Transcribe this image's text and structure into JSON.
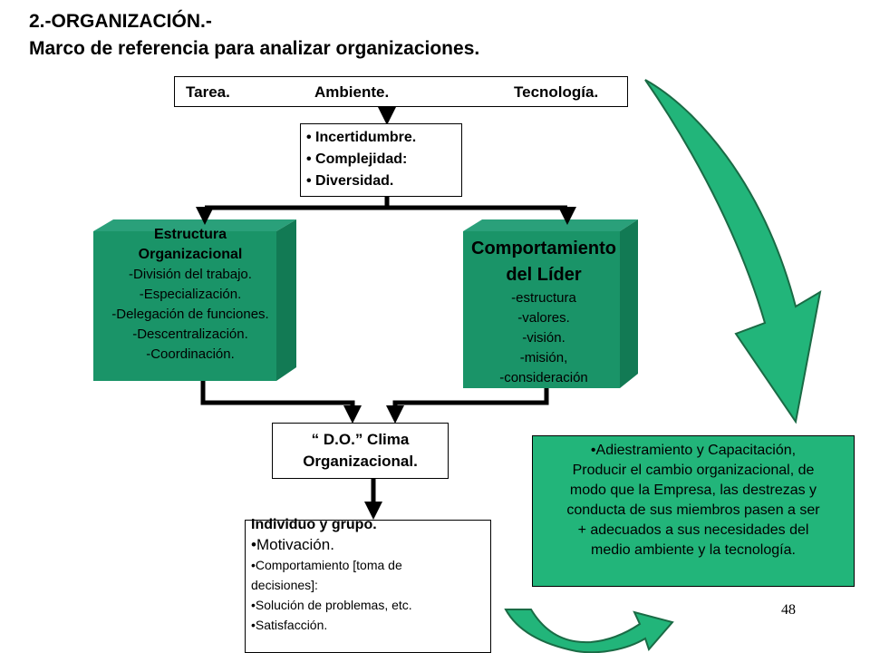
{
  "title": {
    "line1": "2.-ORGANIZACIÓN.-",
    "line2": "Marco de referencia para analizar organizaciones."
  },
  "top_box": {
    "tarea": "Tarea.",
    "ambiente": "Ambiente.",
    "tecnologia": "Tecnología."
  },
  "factors": [
    "Incertidumbre.",
    "Complejidad:",
    "Diversidad."
  ],
  "estructura": {
    "head1": "Estructura",
    "head2": "Organizacional",
    "items": [
      "-División del trabajo.",
      "-Especialización.",
      "-Delegación de funciones.",
      "-Descentralización.",
      "-Coordinación."
    ]
  },
  "lider": {
    "head1": "Comportamiento",
    "head2": "del Líder",
    "items": [
      "-estructura",
      "-valores.",
      "-visión.",
      "-misión,",
      "-consideración"
    ]
  },
  "clima": {
    "line1": "“ D.O.” Clima",
    "line2": "Organizacional."
  },
  "individuo": {
    "head": "Individuo  y grupo.",
    "items": [
      "•Motivación.",
      "•Comportamiento [toma de",
      "decisiones]:",
      "•Solución de problemas, etc.",
      "•Satisfacción."
    ]
  },
  "adiestramiento": {
    "lines": [
      "•Adiestramiento y Capacitación,",
      "Producir el cambio  organizacional, de",
      "modo que la Empresa, las destrezas y",
      "conducta de sus miembros pasen a ser",
      "+ adecuados a sus necesidades del",
      "medio ambiente y la tecnología."
    ]
  },
  "page_number": "48",
  "colors": {
    "box_green_front": "#1a9468",
    "box_green_side": "#127a54",
    "box_green_top": "#2aa07a",
    "arrow_green": "#22b57a",
    "connector": "#000000"
  }
}
